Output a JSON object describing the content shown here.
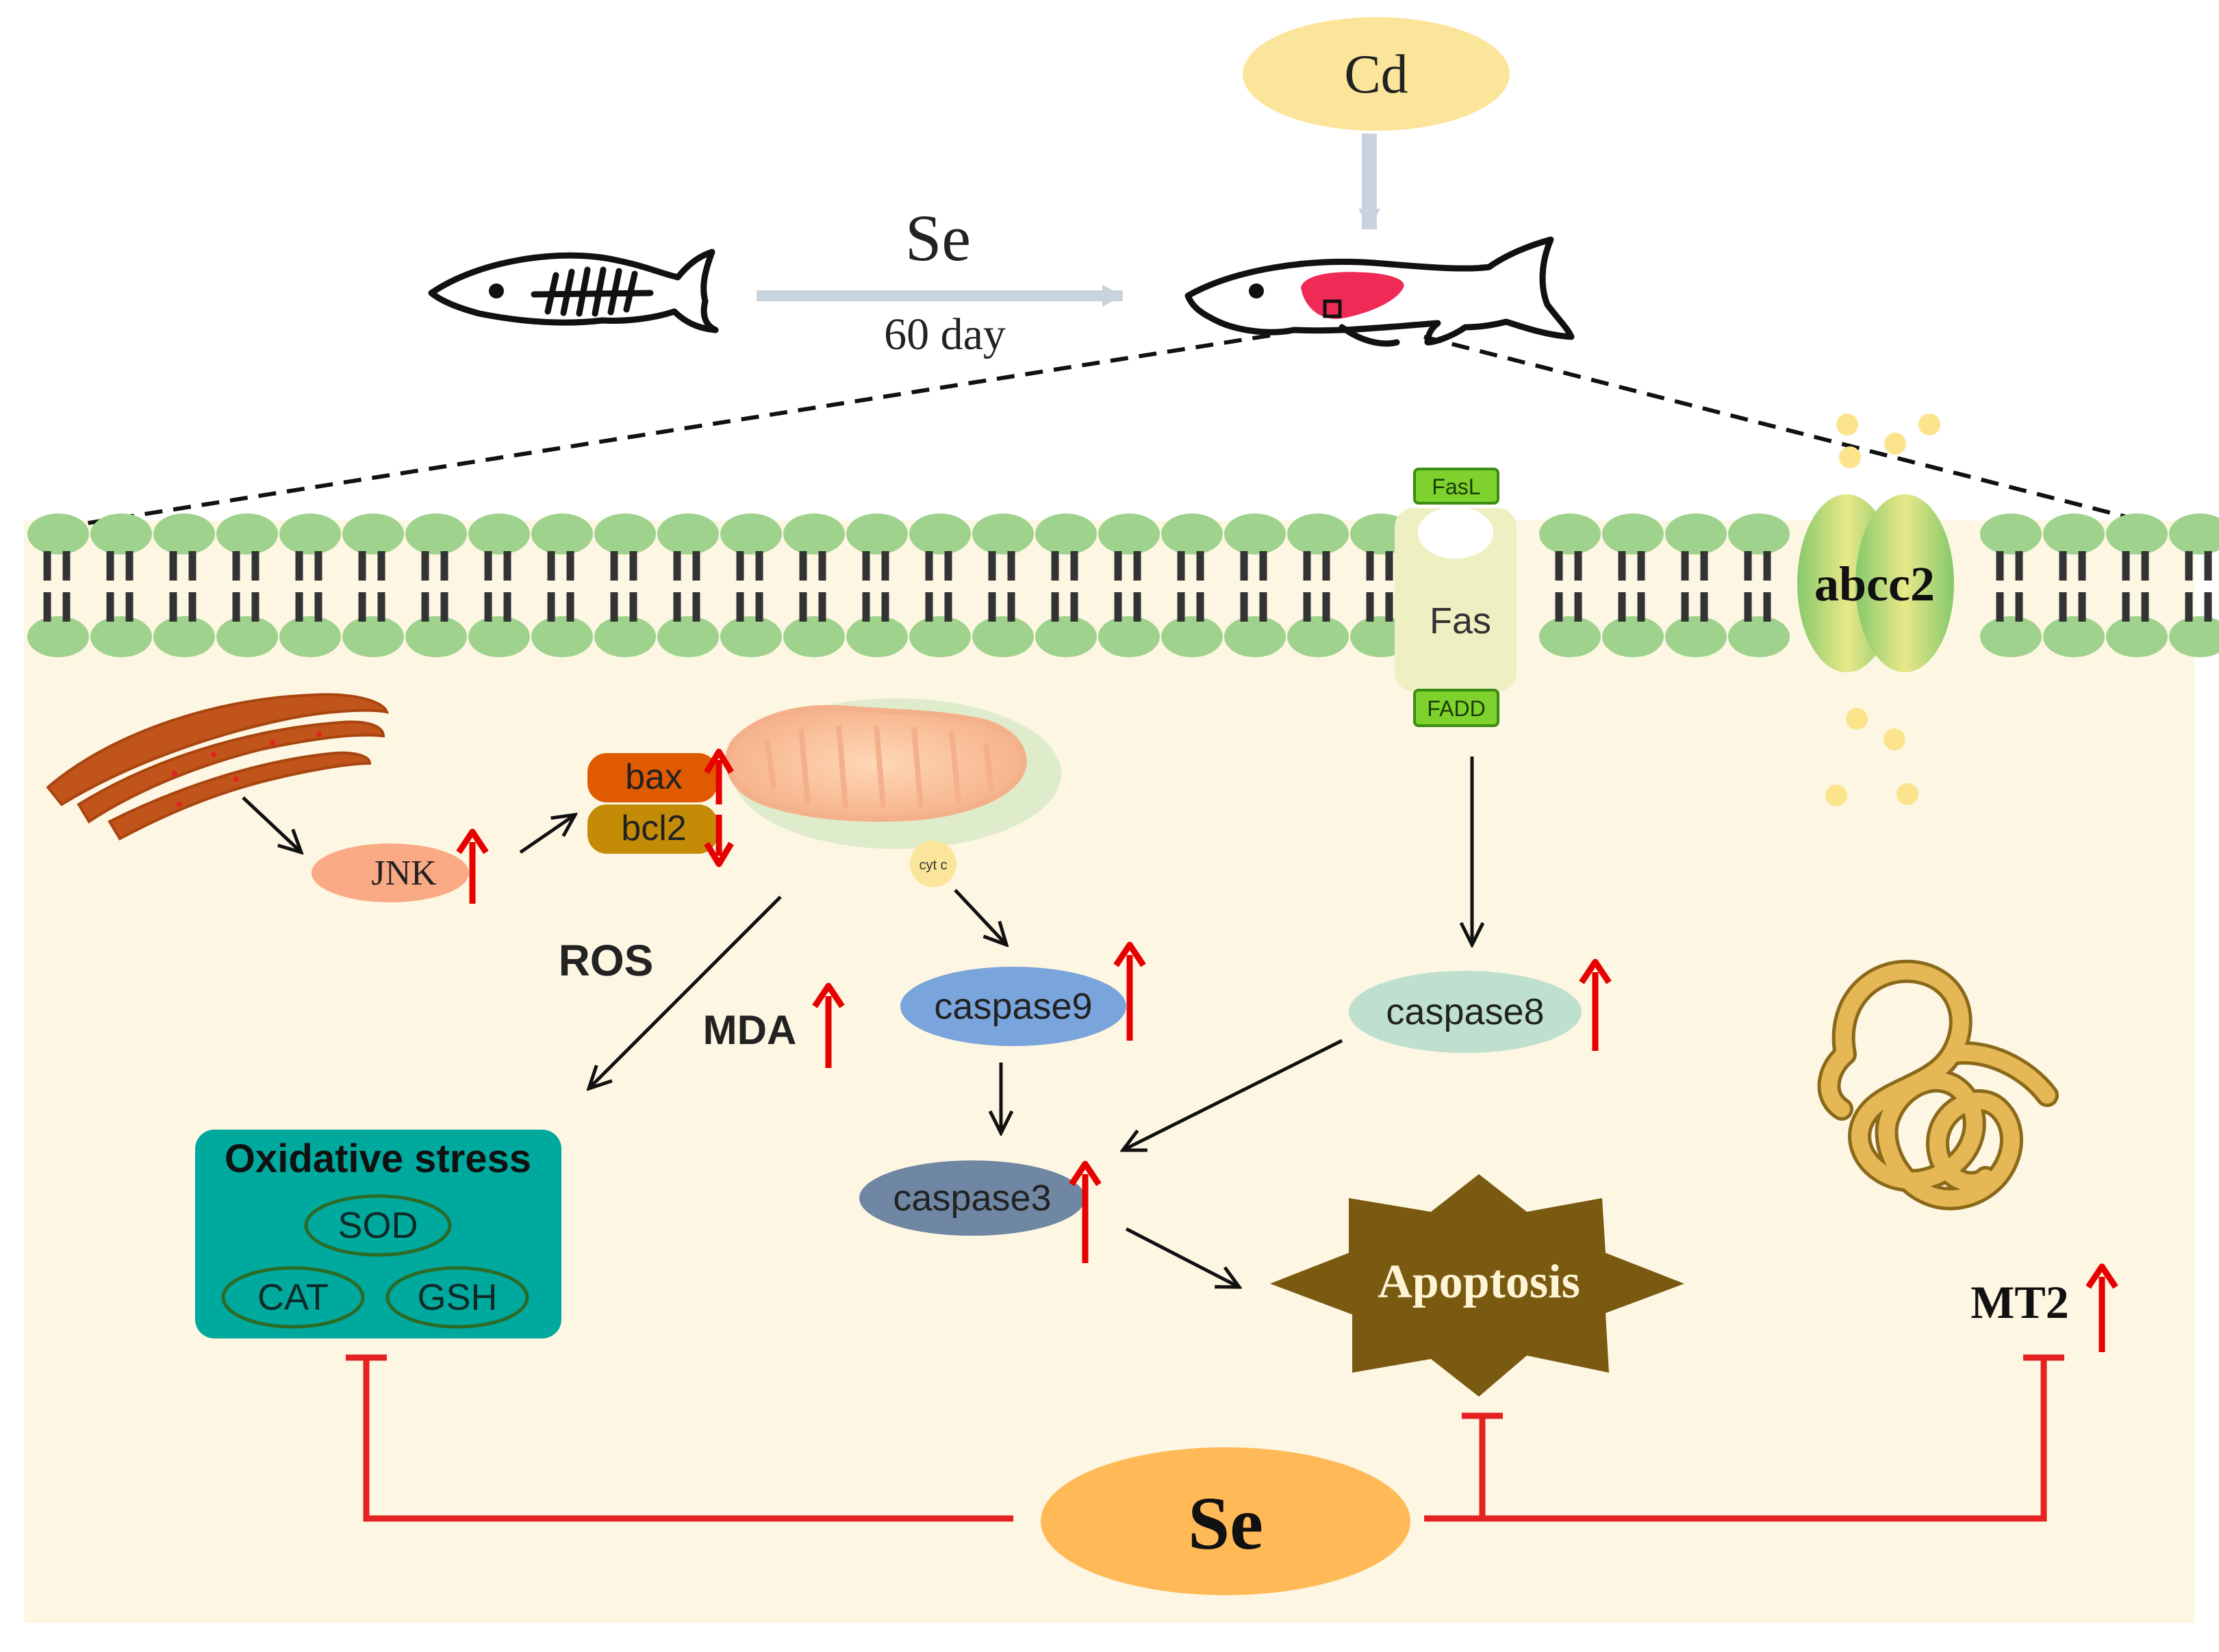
{
  "top": {
    "cd_label": "Cd",
    "treatment_label": "Se",
    "duration_label": "60 day"
  },
  "membrane": {
    "fasl": "FasL",
    "fas": "Fas",
    "fadd": "FADD",
    "transporter": "abcc2"
  },
  "nodes": {
    "jnk": "JNK",
    "bax": "bax",
    "bcl2": "bcl2",
    "cytc": "cyt c",
    "ros": "ROS",
    "mda": "MDA",
    "caspase9": "caspase9",
    "caspase8": "caspase8",
    "caspase3": "caspase3",
    "apoptosis": "Apoptosis",
    "mt2": "MT2",
    "se_bottom": "Se"
  },
  "oxidative_stress": {
    "title": "Oxidative stress",
    "markers": [
      "SOD",
      "CAT",
      "GSH"
    ]
  },
  "colors": {
    "cell_bg": "#fdf6e3",
    "lipid_head": "#9fd28c",
    "up_arrow": "#e60000",
    "inhibit_line": "#e52222",
    "oxidative_box": "#00a99d",
    "apoptosis_star": "#7a5a10",
    "se_ellipse": "#ffba57",
    "cd_ellipse": "#fbe59a"
  }
}
